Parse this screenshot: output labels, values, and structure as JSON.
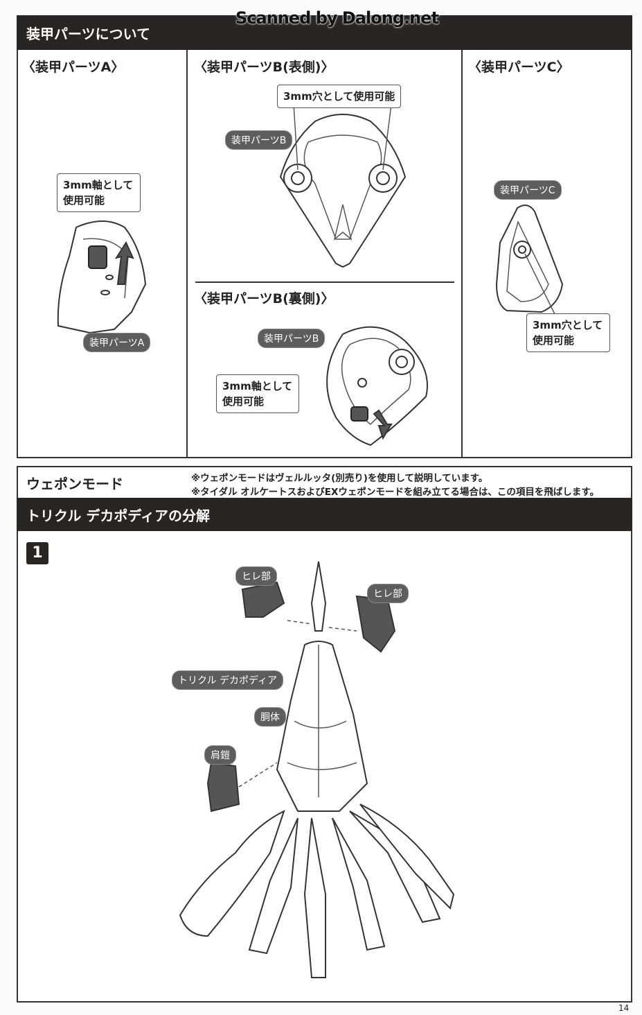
{
  "watermark": "Scanned by Dalong.net",
  "armor_section": {
    "title": "装甲パーツについて",
    "col_a": {
      "heading": "〈装甲パーツA〉",
      "part_label": "装甲パーツA",
      "callout_line1": "3mm軸として",
      "callout_line2": "使用可能"
    },
    "col_b_front": {
      "heading": "〈装甲パーツB(表側)〉",
      "part_label": "装甲パーツB",
      "callout": "3mm穴として使用可能"
    },
    "col_b_back": {
      "heading": "〈装甲パーツB(裏側)〉",
      "part_label": "装甲パーツB",
      "callout_line1": "3mm軸として",
      "callout_line2": "使用可能"
    },
    "col_c": {
      "heading": "〈装甲パーツC〉",
      "part_label": "装甲パーツC",
      "callout_line1": "3mm穴として",
      "callout_line2": "使用可能"
    }
  },
  "weapon_section": {
    "label": "ウェポンモード",
    "note1": "※ウェポンモードはヴェルルッタ(別売り)を使用して説明しています。",
    "note2": "※タイダル オルケートスおよびEXウェポンモードを組み立てる場合は、この項目を飛ばします。",
    "subtitle": "トリクル デカポディアの分解",
    "step_number": "1",
    "labels": {
      "fin_left": "ヒレ部",
      "fin_right": "ヒレ部",
      "name": "トリクル デカポディア",
      "torso": "胴体",
      "shoulder": "肩鎧"
    }
  },
  "page_number": "14"
}
